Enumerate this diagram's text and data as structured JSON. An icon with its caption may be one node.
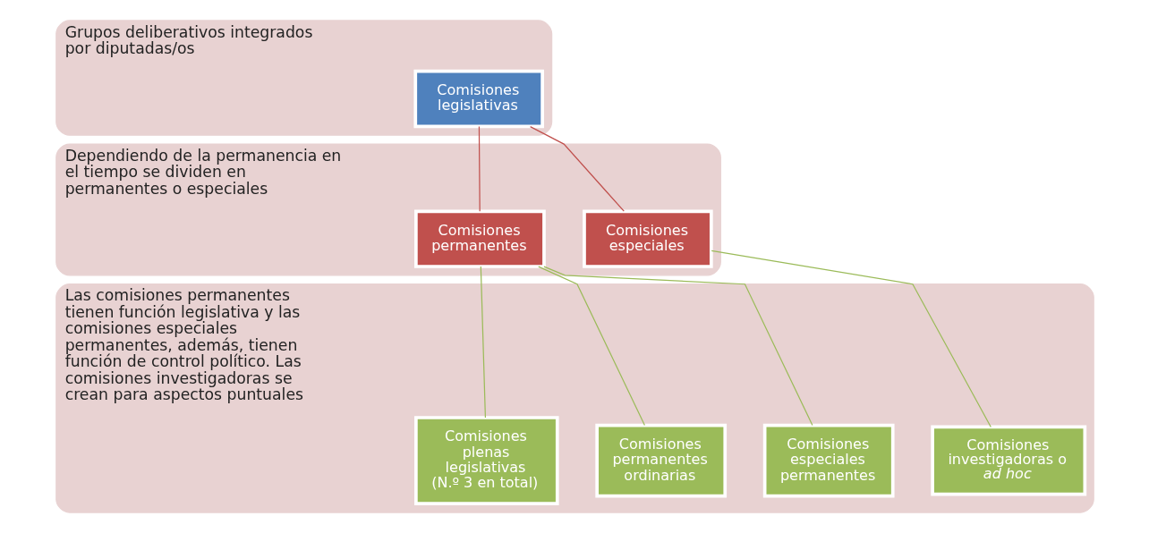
{
  "diagram": {
    "nodes": [
      {
        "text": [
          "Grupos deliberativos integrados por diputadas/os"
        ]
      },
      {
        "text": [
          "Comisiones legislativas"
        ],
        "in": 0
      },
      {
        "text": [
          "Dependiendo de la permanencia en el tiempo se dividen en permanentes o especiales"
        ]
      },
      {
        "text": [
          "Comisiones permanentes"
        ],
        "in": 2
      },
      {
        "text": [
          "Comisiones especiales"
        ],
        "in": 2
      },
      {
        "text": [
          "Las comisiones permanentes tienen función legislativa y las comisiones especiales permanentes, además, tienen función de control político. Las comisiones investigadoras se crean para aspectos puntuales"
        ]
      },
      {
        "text": [
          "Comisiones plenas legislativas (N.º 3 en total)"
        ],
        "in": 5
      },
      {
        "text": [
          "Comisiones permanentes ordinarias"
        ],
        "in": 5
      },
      {
        "text": [
          "Comisiones especiales permanentes"
        ],
        "in": 5
      },
      {
        "text": [
          "Comisiones investigadoras o *ad hoc*"
        ],
        "in": 5
      }
    ],
    "edges": [
      {
        "from": 1,
        "to": 3,
        "arrow": "none",
        "color": "#c0504d"
      },
      {
        "from": 1,
        "to": 4,
        "arrow": "none",
        "color": "#c0504d"
      },
      {
        "from": 3,
        "to": 6,
        "arrow": "none"
      },
      {
        "from": 3,
        "to": 7,
        "arrow": "none"
      },
      {
        "from": 3,
        "to": 8,
        "arrow": "none"
      },
      {
        "from": 4,
        "to": 9,
        "arrow": "none"
      }
    ]
  }
}
